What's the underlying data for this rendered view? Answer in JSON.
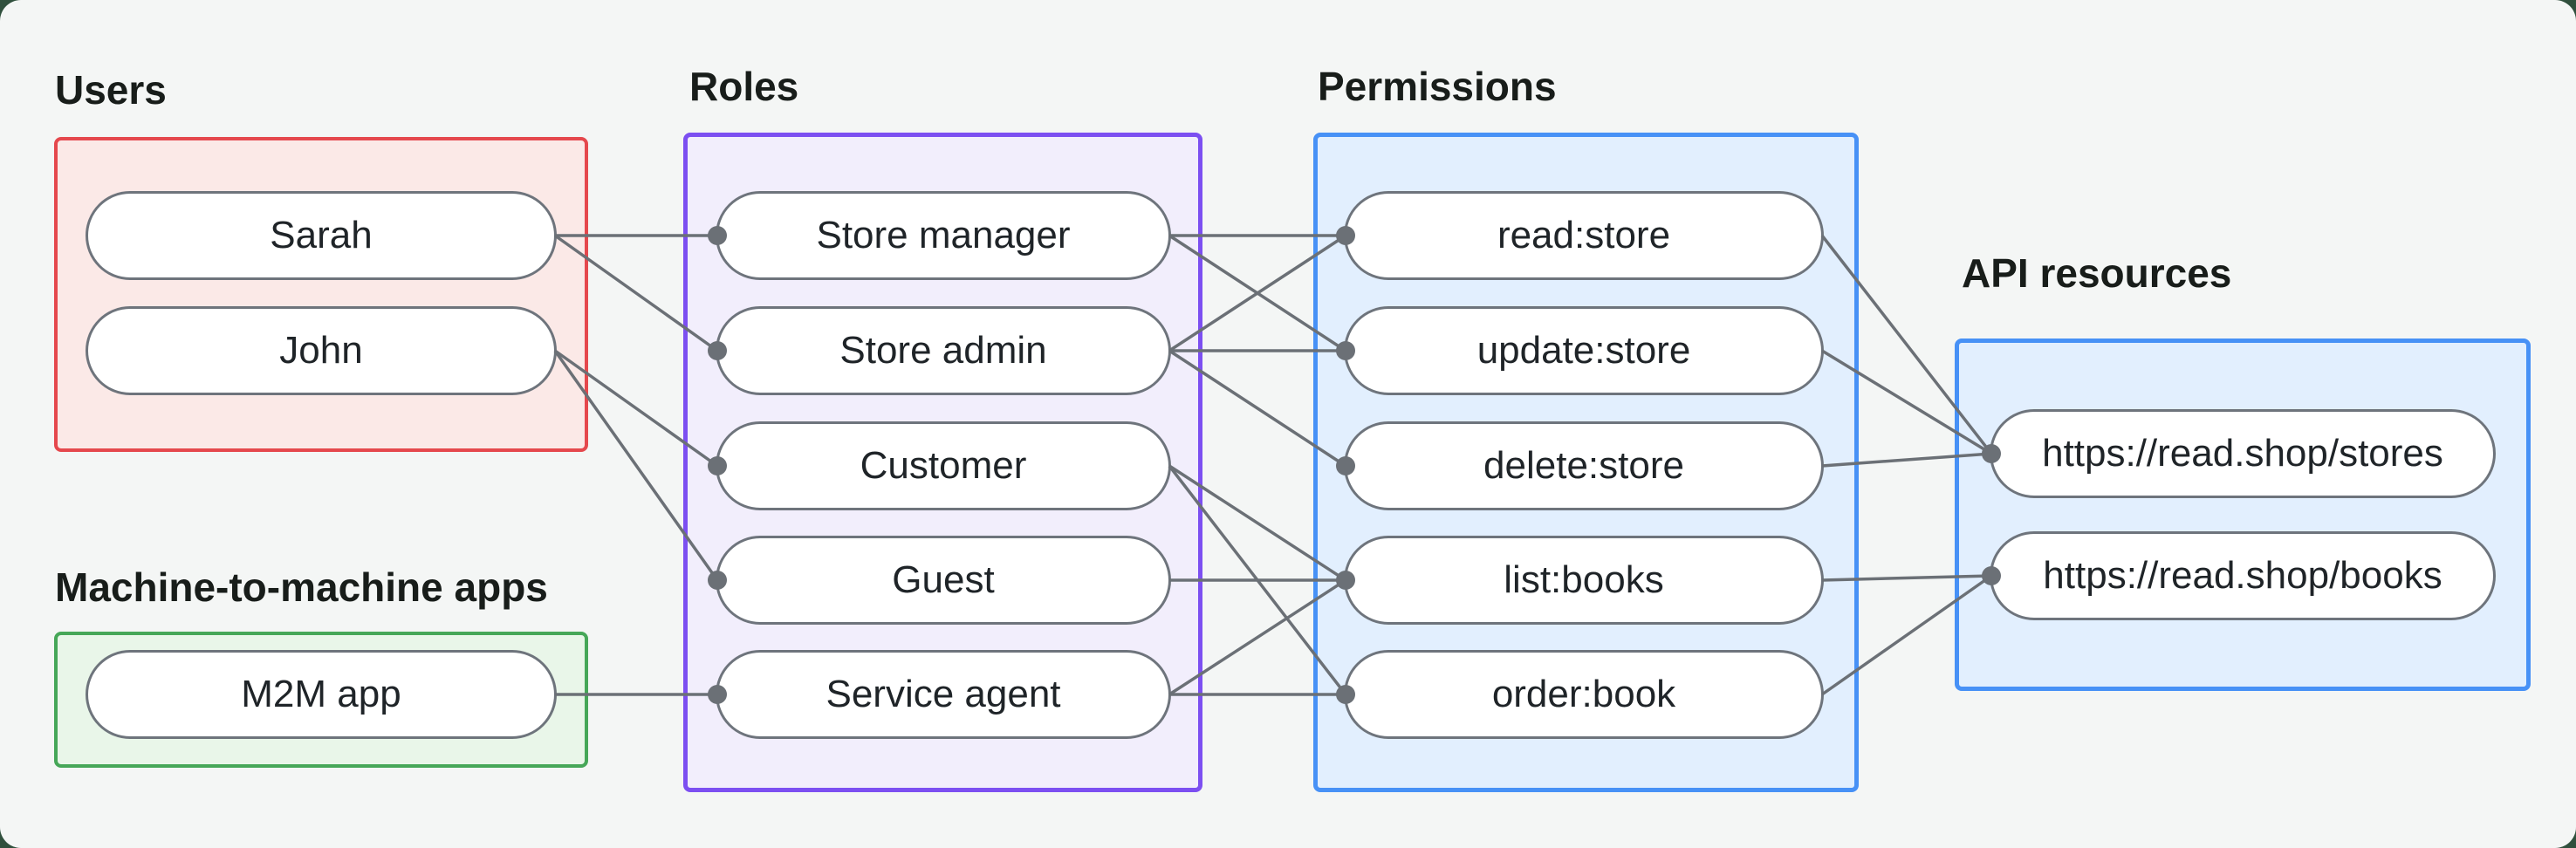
{
  "diagram": {
    "groups": {
      "users": {
        "label": "Users",
        "border": "#e5484d",
        "fill": "#fbe9e7"
      },
      "m2m": {
        "label": "Machine-to-machine apps",
        "border": "#46a758",
        "fill": "#e9f6e9"
      },
      "roles": {
        "label": "Roles",
        "border": "#7c4ff1",
        "fill": "#f2eefc"
      },
      "permissions": {
        "label": "Permissions",
        "border": "#4791f6",
        "fill": "#e2effe"
      },
      "api": {
        "label": "API resources",
        "border": "#4791f6",
        "fill": "#e2effe"
      }
    },
    "nodes": {
      "sarah": {
        "label": "Sarah"
      },
      "john": {
        "label": "John"
      },
      "m2m_app": {
        "label": "M2M app"
      },
      "store_manager": {
        "label": "Store manager"
      },
      "store_admin": {
        "label": "Store admin"
      },
      "customer": {
        "label": "Customer"
      },
      "guest": {
        "label": "Guest"
      },
      "service_agent": {
        "label": "Service agent"
      },
      "read_store": {
        "label": "read:store"
      },
      "update_store": {
        "label": "update:store"
      },
      "delete_store": {
        "label": "delete:store"
      },
      "list_books": {
        "label": "list:books"
      },
      "order_book": {
        "label": "order:book"
      },
      "stores_api": {
        "label": "https://read.shop/stores"
      },
      "books_api": {
        "label": "https://read.shop/books"
      }
    },
    "edges": [
      {
        "from": "sarah",
        "to": "store_manager"
      },
      {
        "from": "sarah",
        "to": "store_admin"
      },
      {
        "from": "john",
        "to": "customer"
      },
      {
        "from": "john",
        "to": "guest"
      },
      {
        "from": "m2m_app",
        "to": "service_agent"
      },
      {
        "from": "store_manager",
        "to": "read_store"
      },
      {
        "from": "store_manager",
        "to": "update_store"
      },
      {
        "from": "store_admin",
        "to": "read_store"
      },
      {
        "from": "store_admin",
        "to": "update_store"
      },
      {
        "from": "store_admin",
        "to": "delete_store"
      },
      {
        "from": "customer",
        "to": "list_books"
      },
      {
        "from": "customer",
        "to": "order_book"
      },
      {
        "from": "guest",
        "to": "list_books"
      },
      {
        "from": "service_agent",
        "to": "list_books"
      },
      {
        "from": "service_agent",
        "to": "order_book"
      },
      {
        "from": "read_store",
        "to": "stores_api"
      },
      {
        "from": "update_store",
        "to": "stores_api"
      },
      {
        "from": "delete_store",
        "to": "stores_api"
      },
      {
        "from": "list_books",
        "to": "books_api"
      },
      {
        "from": "order_book",
        "to": "books_api"
      }
    ],
    "colors": {
      "edge": "#6b7076",
      "node_border": "#6e747c",
      "canvas": "#f4f6f5",
      "backdrop": "#30503d"
    }
  }
}
